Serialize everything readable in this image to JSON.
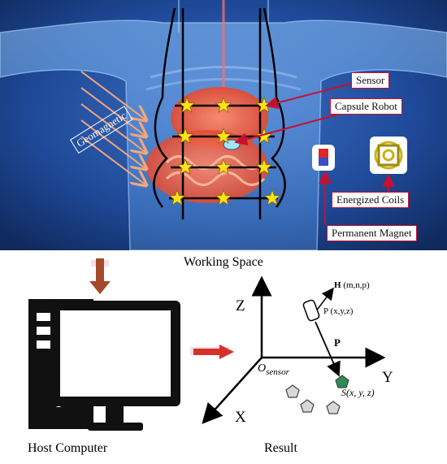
{
  "anatomy_labels": {
    "sensor": "Sensor",
    "capsule_robot": "Capsule Robot",
    "energized_coils": "Energized Coils",
    "permanent_magnet": "Permanent Magnet",
    "geomagnetic": "Geomagnetic"
  },
  "section_labels": {
    "working_space": "Working Space",
    "host_computer": "Host Computer",
    "result": "Result"
  },
  "coordinate_labels": {
    "axis_z": "Z",
    "axis_y": "Y",
    "axis_x": "X",
    "origin": "O",
    "origin_sub": "sensor",
    "field": "H",
    "field_args": "(m,n,p)",
    "position": "P (x,y,z)",
    "vector": "P",
    "sensor_point": "S(x, y, z)"
  },
  "colors": {
    "background_top": "#1d3f86",
    "callout_red": "#c8102e",
    "star": "#ffe31a",
    "arrow_orange": "#f4a77a",
    "arrow_brown": "#a34a2a",
    "arrow_red": "#d6302a",
    "sensor_green": "#2e8b57"
  }
}
